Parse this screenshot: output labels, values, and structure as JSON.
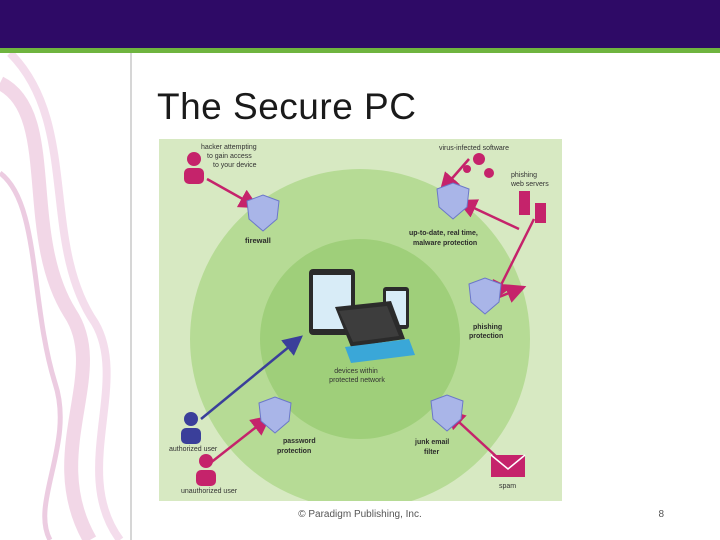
{
  "slide": {
    "title": "The Secure PC",
    "footer_copyright": "© Paradigm Publishing, Inc.",
    "page_number": "8"
  },
  "diagram": {
    "labels": {
      "hacker": [
        "hacker attempting",
        "to gain access",
        "to your device"
      ],
      "virus": [
        "virus-infected software"
      ],
      "phishing_servers": [
        "phishing",
        "web servers"
      ],
      "firewall": [
        "firewall"
      ],
      "malware_protection": [
        "up-to-date, real time,",
        "malware protection"
      ],
      "phishing_protection": [
        "phishing",
        "protection"
      ],
      "devices": [
        "devices within",
        "protected network"
      ],
      "authorized_user": [
        "authorized user"
      ],
      "password_protection": [
        "password",
        "protection"
      ],
      "junk_filter": [
        "junk email",
        "filter"
      ],
      "unauthorized_user": [
        "unauthorized user"
      ],
      "spam": [
        "spam"
      ]
    },
    "colors": {
      "outer_bg": "#d7e9c2",
      "ring": "#b6db95",
      "inner": "#9fcf7a",
      "threat": "#c5236b",
      "shield": "#a9b5e8",
      "authorized": "#3a3f9a",
      "top_bar": "#2e0a66",
      "accent_line": "#6fb43f"
    }
  }
}
